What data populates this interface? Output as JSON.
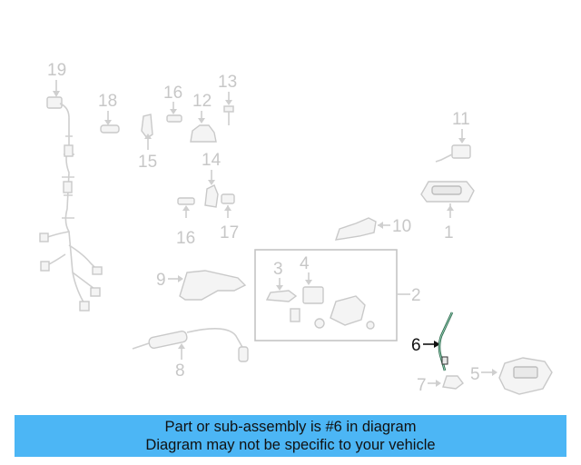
{
  "diagram": {
    "callouts": {
      "n1": "1",
      "n2": "2",
      "n3": "3",
      "n4": "4",
      "n5": "5",
      "n6": "6",
      "n7": "7",
      "n8": "8",
      "n9": "9",
      "n10": "10",
      "n11": "11",
      "n12": "12",
      "n13": "13",
      "n14": "14",
      "n15": "15",
      "n16a": "16",
      "n16b": "16",
      "n17": "17",
      "n18": "18",
      "n19": "19"
    },
    "highlighted_part": "6"
  },
  "banner": {
    "line1": "Part or sub-assembly is #6 in diagram",
    "line2": "Diagram may not be specific to your vehicle",
    "color": "#4cb6f5"
  }
}
